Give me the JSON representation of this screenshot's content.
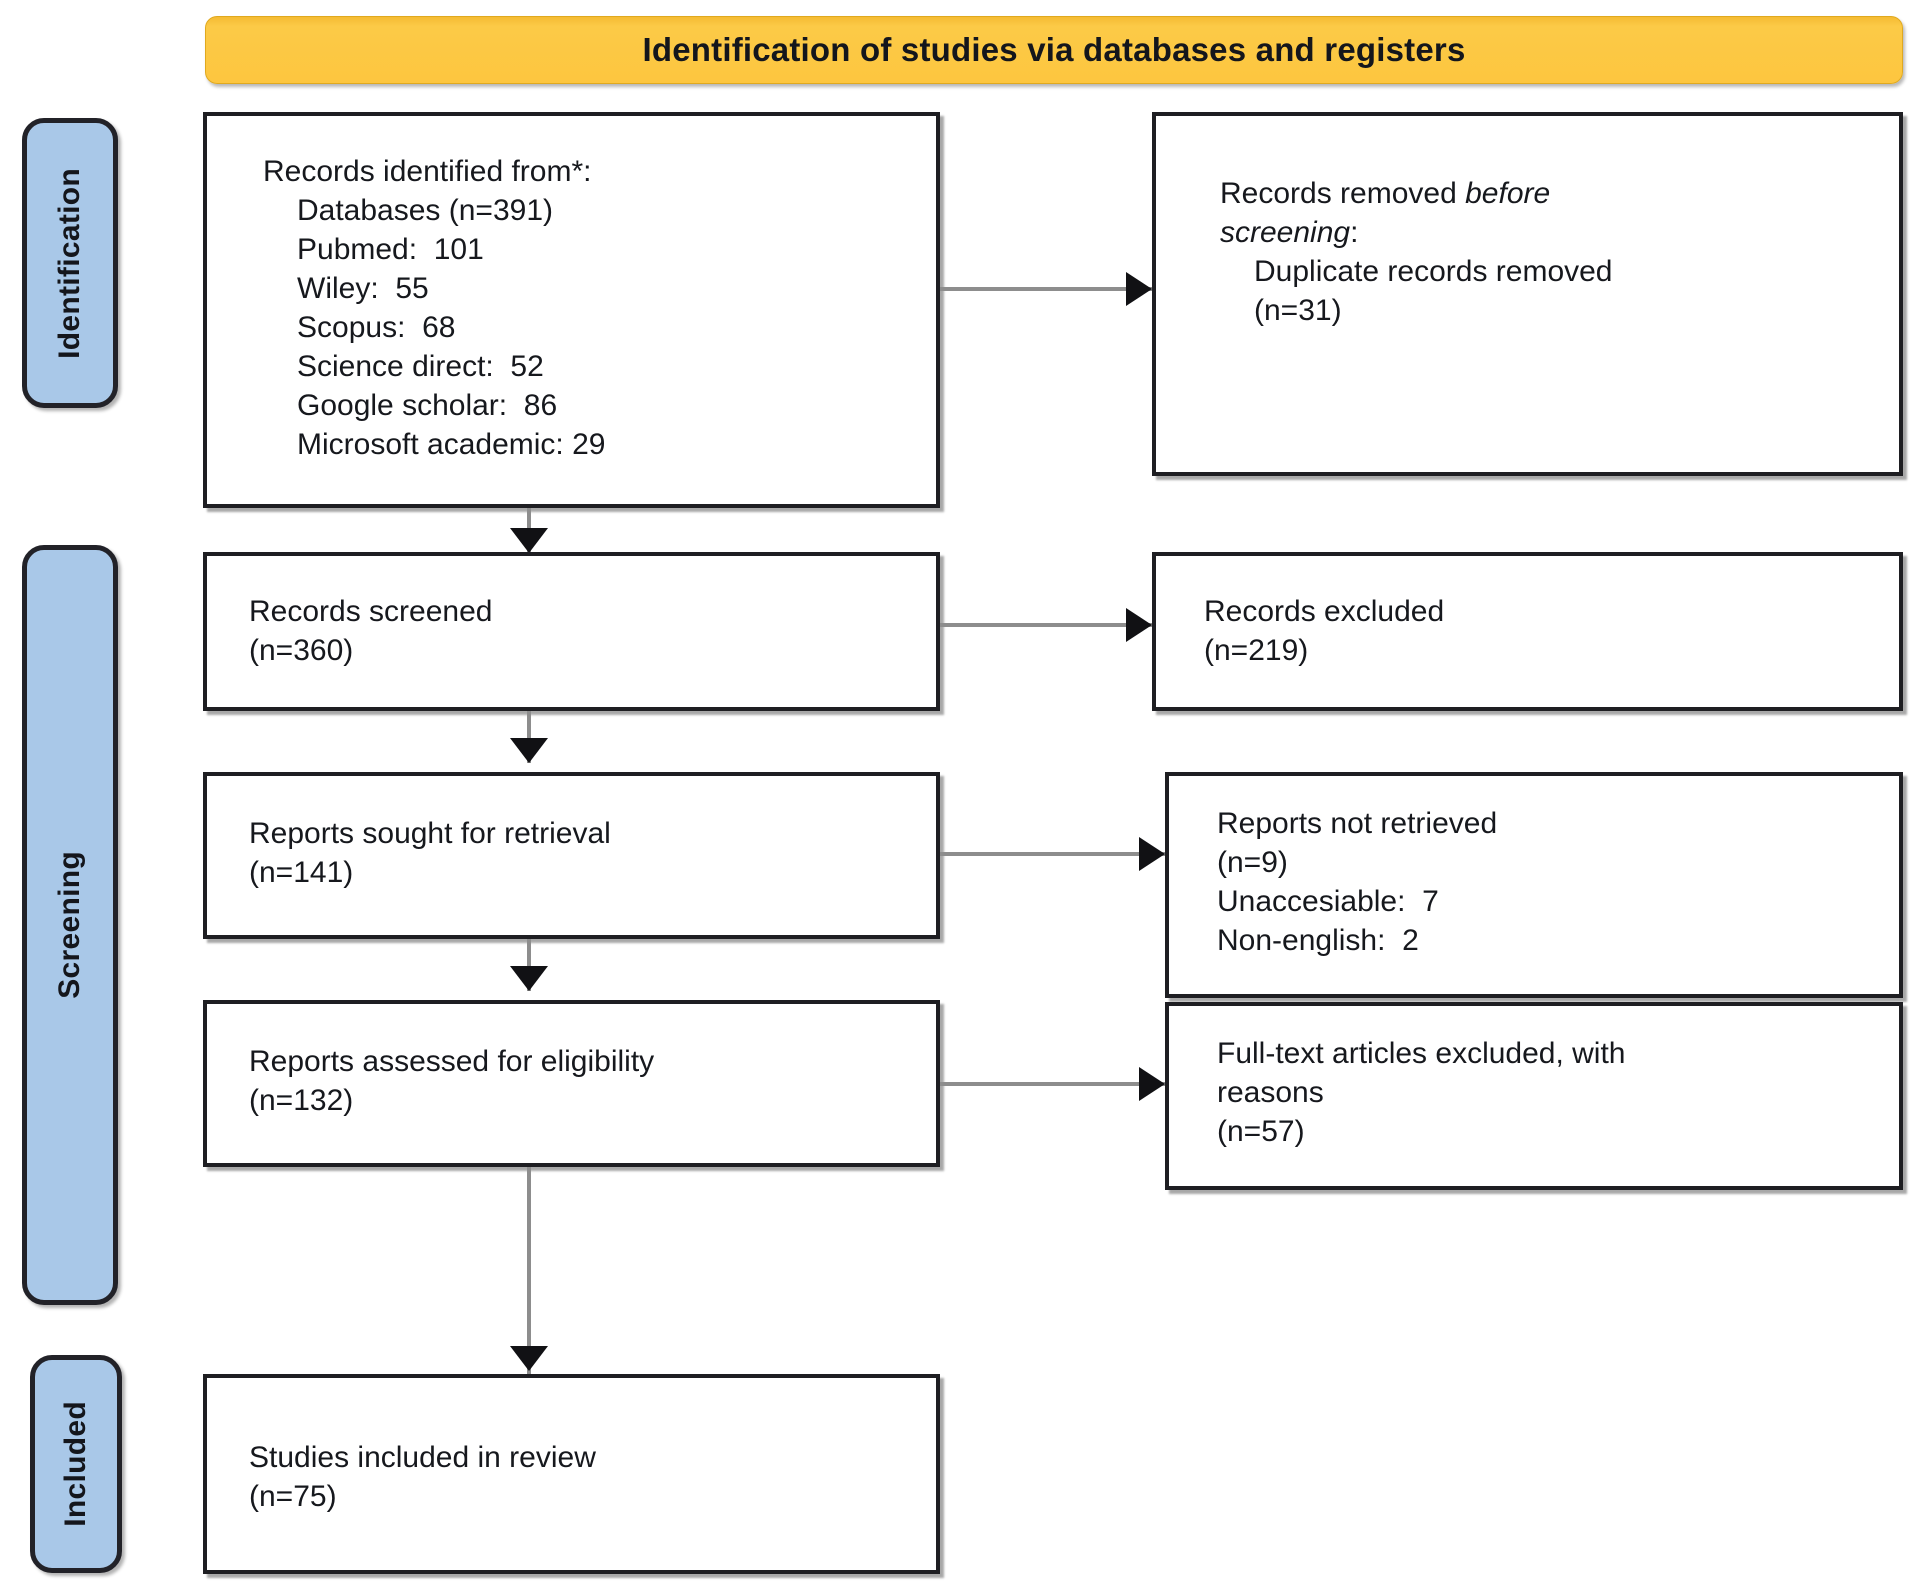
{
  "diagram": {
    "title": "Identification of studies via databases and registers",
    "type": "PRISMA flow diagram",
    "colors": {
      "banner": "#fcc83f",
      "phase_bar": "#a9c8e8",
      "box_border": "#1e1e22",
      "connector": "#8d8d8d",
      "arrowhead": "#111114"
    }
  },
  "phases": [
    {
      "label": "Identification"
    },
    {
      "label": "Screening"
    },
    {
      "label": "Included"
    }
  ],
  "boxes": {
    "identified": {
      "heading": "Records identified from*:",
      "lines": [
        "Databases (n=391)",
        "Pubmed:  101",
        "Wiley:  55",
        "Scopus:  68",
        "Science direct:  52",
        "Google scholar:  86",
        "Microsoft academic: 29"
      ],
      "sources": [
        {
          "name": "Databases",
          "count": 391
        },
        {
          "name": "Pubmed",
          "count": 101
        },
        {
          "name": "Wiley",
          "count": 55
        },
        {
          "name": "Scopus",
          "count": 68
        },
        {
          "name": "Science direct",
          "count": 52
        },
        {
          "name": "Google scholar",
          "count": 86
        },
        {
          "name": "Microsoft academic",
          "count": 29
        }
      ]
    },
    "removed_before_screening": {
      "line1_pre": "Records removed ",
      "line1_em": "before",
      "line2_em": "screening",
      "line2_post": ":",
      "line3": "Duplicate records removed",
      "line4": "(n=31)",
      "count": 31
    },
    "records_screened": {
      "label": "Records screened",
      "count_text": "(n=360)",
      "count": 360
    },
    "records_excluded": {
      "label": "Records excluded",
      "count_text": "(n=219)",
      "count": 219
    },
    "reports_sought": {
      "label": "Reports sought for retrieval",
      "count_text": "(n=141)",
      "count": 141
    },
    "reports_not_retrieved": {
      "label": "Reports not retrieved",
      "count_text": "(n=9)",
      "count": 9,
      "reasons": [
        "Unaccesiable:  7",
        "Non-english:  2"
      ]
    },
    "reports_assessed": {
      "label": "Reports assessed for eligibility",
      "count_text": "(n=132)",
      "count": 132
    },
    "fulltext_excluded": {
      "line1": "Full-text articles excluded, with",
      "line2": "reasons",
      "count_text": "(n=57)",
      "count": 57
    },
    "studies_included": {
      "label": "Studies included in review",
      "count_text": "(n=75)",
      "count": 75
    }
  }
}
